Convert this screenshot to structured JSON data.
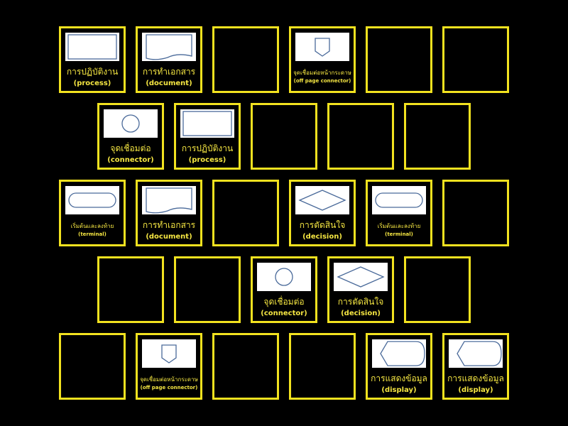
{
  "colors": {
    "border": "#f2e21f",
    "text": "#f5e642",
    "shape_stroke": "#4a6a9a",
    "background": "#000000"
  },
  "rows": [
    [
      {
        "thai": "การปฏิบัติงาน",
        "en": "(process)",
        "shape": "process"
      },
      {
        "thai": "การทำเอกสาร",
        "en": "(document)",
        "shape": "document"
      },
      null,
      {
        "thai": "จุดเชื่อมต่อหน้ากระดาษ",
        "en": "(off page connector)",
        "shape": "offpage"
      },
      null,
      null
    ],
    [
      {
        "thai": "จุดเชื่อมต่อ",
        "en": "(connector)",
        "shape": "connector"
      },
      {
        "thai": "การปฏิบัติงาน",
        "en": "(process)",
        "shape": "process"
      },
      null,
      null,
      null
    ],
    [
      {
        "thai": "เริ่มต้นและลงท้าย",
        "en": "(terminal)",
        "shape": "terminal"
      },
      {
        "thai": "การทำเอกสาร",
        "en": "(document)",
        "shape": "document"
      },
      null,
      {
        "thai": "การตัดสินใจ",
        "en": "(decision)",
        "shape": "decision"
      },
      {
        "thai": "เริ่มต้นและลงท้าย",
        "en": "(terminal)",
        "shape": "terminal"
      },
      null
    ],
    [
      null,
      null,
      {
        "thai": "จุดเชื่อมต่อ",
        "en": "(connector)",
        "shape": "connector"
      },
      {
        "thai": "การตัดสินใจ",
        "en": "(decision)",
        "shape": "decision"
      },
      null
    ],
    [
      null,
      {
        "thai": "จุดเชื่อมต่อหน้ากระดาษ",
        "en": "(off page connector)",
        "shape": "offpage"
      },
      null,
      null,
      {
        "thai": "การแสดงข้อมูล",
        "en": "(display)",
        "shape": "display"
      },
      {
        "thai": "การแสดงข้อมูล",
        "en": "(display)",
        "shape": "display"
      }
    ]
  ]
}
